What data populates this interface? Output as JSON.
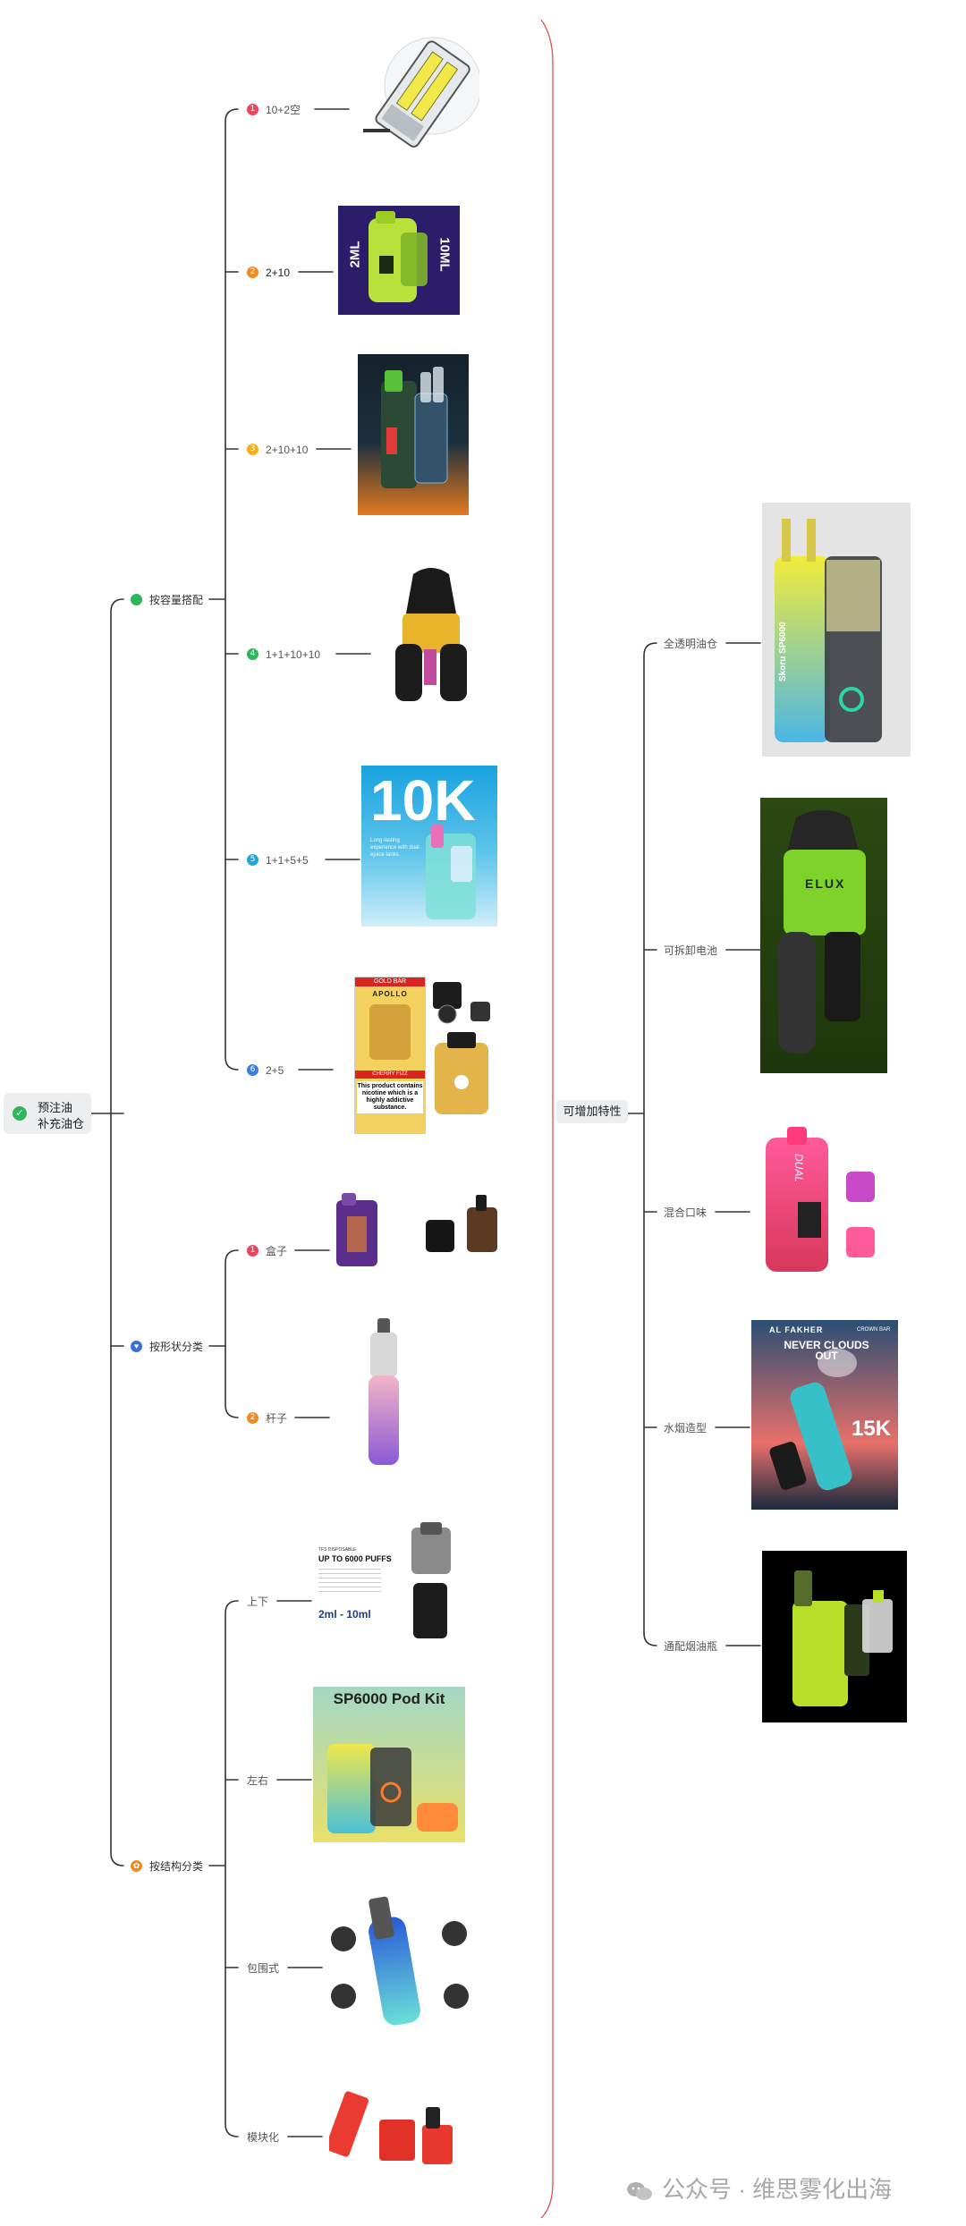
{
  "root": {
    "line1": "预注油",
    "line2": "补充油仓"
  },
  "branches": [
    {
      "label": "按容量搭配",
      "icon": "green-circle-icon",
      "items": [
        {
          "num": "1",
          "label": "10+2空"
        },
        {
          "num": "2",
          "label": "2+10"
        },
        {
          "num": "3",
          "label": "2+10+10"
        },
        {
          "num": "4",
          "label": "1+1+10+10"
        },
        {
          "num": "5",
          "label": "1+1+5+5"
        },
        {
          "num": "6",
          "label": "2+5"
        }
      ]
    },
    {
      "label": "按形状分类",
      "icon": "blue-heart-icon",
      "items": [
        {
          "num": "1",
          "label": "盒子"
        },
        {
          "num": "2",
          "label": "杆子"
        }
      ]
    },
    {
      "label": "按结构分类",
      "icon": "orange-flower-icon",
      "items": [
        {
          "label": "上下"
        },
        {
          "label": "左右"
        },
        {
          "label": "包围式"
        },
        {
          "label": "模块化"
        }
      ]
    }
  ],
  "right": {
    "label": "可增加特性",
    "items": [
      {
        "label": "全透明油仓"
      },
      {
        "label": "可拆卸电池"
      },
      {
        "label": "混合口味"
      },
      {
        "label": "水烟造型"
      },
      {
        "label": "通配烟油瓶"
      }
    ]
  },
  "image_texts": {
    "cap_2ml": "2ML",
    "cap_10ml": "10ML",
    "tenk": "10K",
    "tenk_sub": "Long-lasting experience with dual ejuice tanks",
    "apollo_brand": "APOLLO",
    "apollo_warning": "This product contains nicotine which is a highly addictive substance.",
    "apollo_flavor": "CHERRY FIZZ",
    "gold_bar": "GOLD BAR",
    "puffs_small": "TFS DISPOSABLE",
    "puffs_title": "UP TO 6000 PUFFS",
    "puffs_2ml": "2ml",
    "puffs_10ml": "10ml",
    "sp6000_title": "SP6000 Pod Kit",
    "skoru": "Skoru SP6000",
    "elux": "ELUX",
    "dual": "DUAL",
    "alfakher": "AL FAKHER",
    "never_clouds": "NEVER CLOUDS OUT",
    "fifteen_k": "15K",
    "crown_bar": "CROWN BAR"
  },
  "watermark": "公众号 · 维思雾化出海",
  "colors": {
    "line_dark": "#333333",
    "line_red": "#e05050",
    "badge_red": "#e8475b",
    "badge_orange": "#f08a24",
    "badge_yellow": "#f2b01e",
    "badge_green": "#2fb55a",
    "badge_cyan": "#22a7d6",
    "badge_blue": "#3a7fe0"
  }
}
